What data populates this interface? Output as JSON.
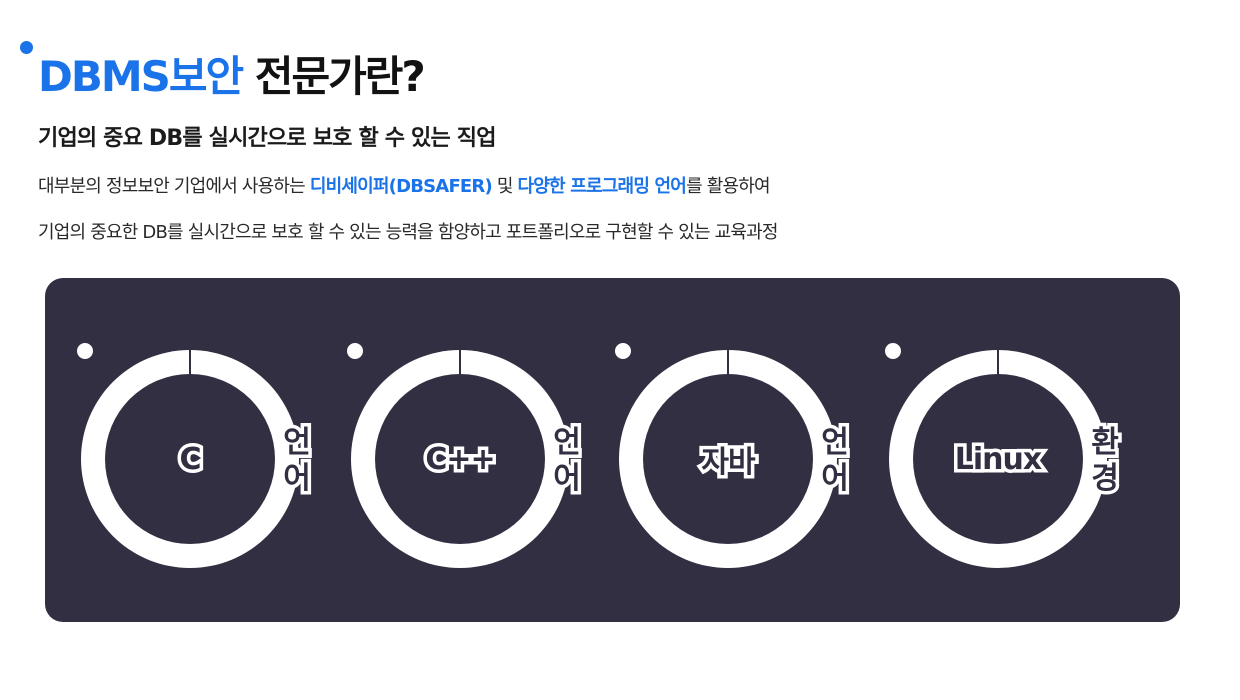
{
  "headline": {
    "accent": "DBMS보안",
    "rest": " 전문가란?"
  },
  "subtitle": "기업의 중요 DB를 실시간으로 보호 할 수 있는 직업",
  "description": {
    "line1": {
      "before": "대부분의 정보보안 기업에서 사용하는 ",
      "highlight1": "디비세이퍼(DBSAFER)",
      "middle": " 및 ",
      "highlight2": "다양한 프로그래밍 언어",
      "after": "를 활용하여"
    },
    "line2": "기업의 중요한 DB를 실시간으로 보호 할 수 있는 능력을 함양하고 포트폴리오로 구현할 수 있는 교육과정"
  },
  "skills": [
    {
      "name": "C",
      "label_top": "언",
      "label_bottom": "어"
    },
    {
      "name": "C++",
      "label_top": "언",
      "label_bottom": "어"
    },
    {
      "name": "자바",
      "label_top": "언",
      "label_bottom": "어"
    },
    {
      "name": "Linux",
      "label_top": "환",
      "label_bottom": "경"
    }
  ],
  "colors": {
    "accent": "#1a73e8",
    "panel": "#332f42",
    "text": "#1b1b1b"
  }
}
